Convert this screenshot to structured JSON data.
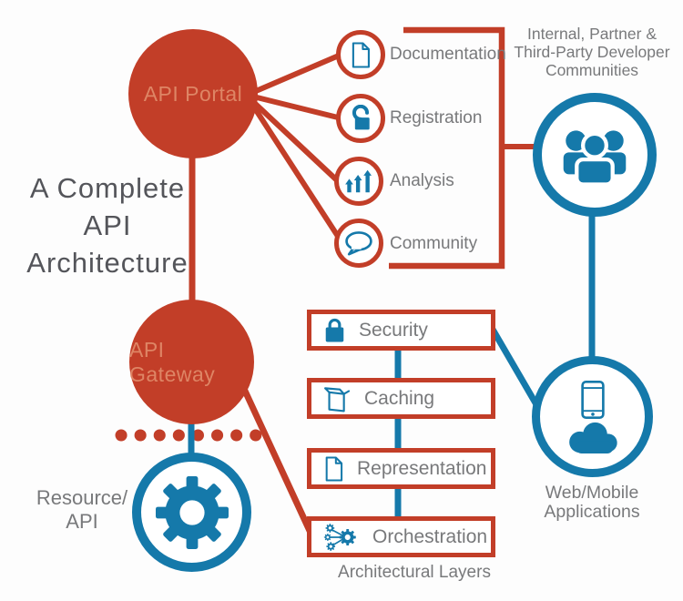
{
  "colors": {
    "accent_red": "#c23e28",
    "accent_blue": "#1579aa",
    "node_label_red": "#de8565",
    "title_gray": "#54555a",
    "label_gray": "#78797b",
    "background": "#fdfdfd"
  },
  "title": {
    "lines": [
      "A Complete",
      "API",
      "Architecture"
    ]
  },
  "nodes": {
    "api_portal": {
      "label": "API Portal"
    },
    "api_gateway": {
      "label": "API Gateway"
    },
    "resource_api": {
      "lines": [
        "Resource/",
        "API"
      ]
    },
    "developer_communities": {
      "lines": [
        "Internal, Partner &",
        "Third-Party Developer",
        "Communities"
      ]
    },
    "web_mobile": {
      "lines": [
        "Web/Mobile",
        "Applications"
      ]
    }
  },
  "portal_items": [
    {
      "label": "Documentation",
      "icon": "document-icon"
    },
    {
      "label": "Registration",
      "icon": "unlock-icon"
    },
    {
      "label": "Analysis",
      "icon": "bar-chart-icon"
    },
    {
      "label": "Community",
      "icon": "speech-bubble-icon"
    }
  ],
  "layers": {
    "caption": "Architectural Layers",
    "items": [
      {
        "label": "Security",
        "icon": "lock-icon"
      },
      {
        "label": "Caching",
        "icon": "storage-box-icon"
      },
      {
        "label": "Representation",
        "icon": "document-icon"
      },
      {
        "label": "Orchestration",
        "icon": "gears-icon"
      }
    ]
  },
  "side_icons": {
    "communities": "people-group-icon",
    "web_mobile": [
      "smartphone-icon",
      "cloud-icon"
    ],
    "resource": "gear-icon"
  }
}
